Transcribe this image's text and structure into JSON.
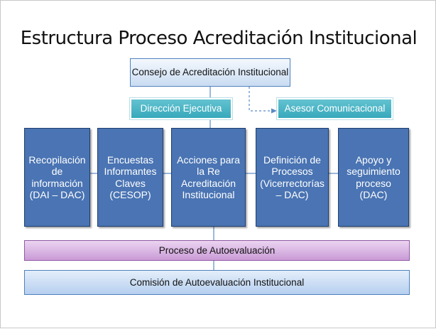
{
  "title": "Estructura Proceso Acreditación Institucional",
  "nodes": {
    "consejo": "Consejo de Acreditación Institucional",
    "direccion": "Dirección Ejecutiva",
    "asesor": "Asesor Comunicacional",
    "recopilacion": "Recopilación de información (DAI – DAC)",
    "encuestas": "Encuestas Informantes Claves (CESOP)",
    "acciones": "Acciones para la Re Acreditación Institucional",
    "definicion": "Definición de Procesos (Vicerrectorías – DAC)",
    "apoyo": "Apoyo y seguimiento proceso (DAC)",
    "proceso": "Proceso de Autoevaluación",
    "comision": "Comisión de Autoevaluación Institucional"
  },
  "colors": {
    "dark_box": "#4a74b3",
    "teal_box": "#37a9bb",
    "purple_bar": "#c99bd6",
    "light_blue": "#c9dcf2",
    "connector": "#4f81bd"
  }
}
